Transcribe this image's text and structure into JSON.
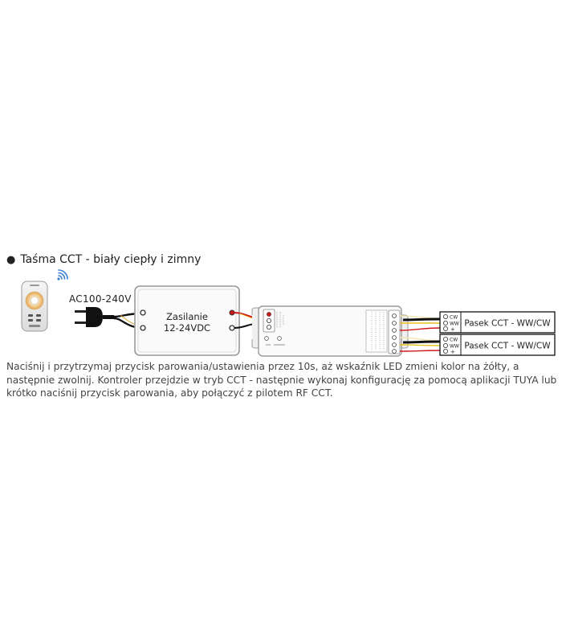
{
  "title": "Taśma CCT - biały ciepły i zimny",
  "power_input_label": "AC100-240V",
  "power_supply": {
    "line1": "Zasilanie",
    "line2": "12-24VDC"
  },
  "strips": [
    {
      "label": "Pasek CCT - WW/CW",
      "terminals": [
        "CW",
        "WW",
        "+"
      ]
    },
    {
      "label": "Pasek CCT - WW/CW",
      "terminals": [
        "CW",
        "WW",
        "+"
      ]
    }
  ],
  "instructions": "Naciśnij i przytrzymaj przycisk parowania/ustawienia przez 10s, aż wskaźnik LED zmieni kolor na żółty, a następnie zwolnij. Kontroler przejdzie w tryb CCT - następnie wykonaj konfigurację za pomocą aplikacji TUYA lub krótko naciśnij przycisk parowania, aby połączyć z pilotem RF CCT.",
  "colors": {
    "wire_red": "#d01818",
    "wire_yellow": "#e8c020",
    "wire_white": "#f4e4b0",
    "wire_black": "#111111",
    "remote_wifi": "#3a7fd0"
  }
}
